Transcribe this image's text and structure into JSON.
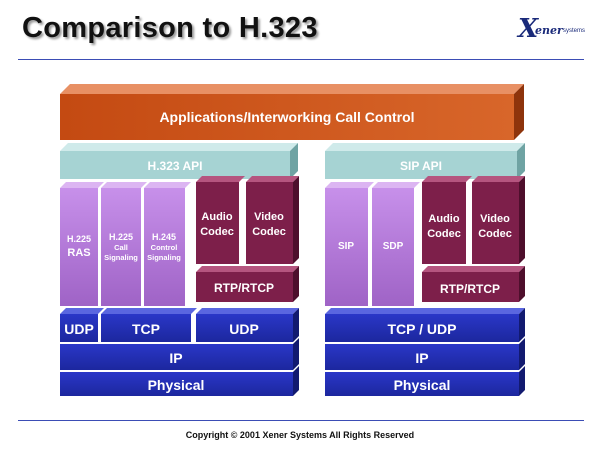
{
  "slide": {
    "title": "Comparison to H.323",
    "footer": "Copyright © 2001 Xener Systems   All Rights Reserved"
  },
  "logo": {
    "mark": "X",
    "word": "ener",
    "sub": "systems"
  },
  "diagram": {
    "top_bar": "Applications/Interworking Call Control",
    "h323": {
      "api": "H.323 API",
      "ras": {
        "line1": "H.225",
        "line2": "RAS"
      },
      "call_signaling": {
        "line1": "H.225",
        "line2": "Call",
        "line3": "Signaling"
      },
      "control_signaling": {
        "line1": "H.245",
        "line2": "Control",
        "line3": "Signaling"
      },
      "audio_codec": {
        "line1": "Audio",
        "line2": "Codec"
      },
      "video_codec": {
        "line1": "Video",
        "line2": "Codec"
      },
      "rtp": "RTP/RTCP",
      "udp_left": "UDP",
      "tcp": "TCP",
      "udp_right": "UDP",
      "ip": "IP",
      "physical": "Physical"
    },
    "sip": {
      "api": "SIP API",
      "sip": "SIP",
      "sdp": "SDP",
      "audio_codec": {
        "line1": "Audio",
        "line2": "Codec"
      },
      "video_codec": {
        "line1": "Video",
        "line2": "Codec"
      },
      "rtp": "RTP/RTCP",
      "transport": "TCP / UDP",
      "ip": "IP",
      "physical": "Physical"
    },
    "colors": {
      "app": "#d45a1e",
      "api": "#a6d3d3",
      "signaling": "#b47ad8",
      "codec": "#7d1f4a",
      "transport": "#2330b8"
    }
  }
}
